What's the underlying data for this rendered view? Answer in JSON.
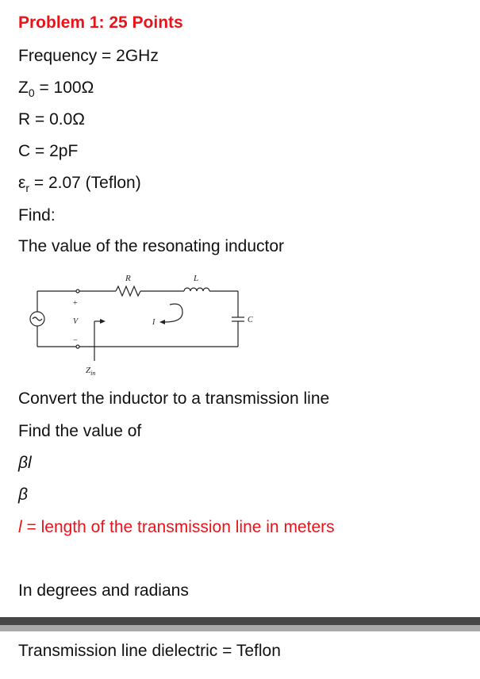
{
  "problem": {
    "title": "Problem 1: 25 Points",
    "frequency": "Frequency = 2GHz",
    "z0_prefix": "Z",
    "z0_sub": "0",
    "z0_suffix": " = 100Ω",
    "r": "R = 0.0Ω",
    "c": "C = 2pF",
    "er_prefix": "ε",
    "er_sub": "r",
    "er_suffix": " = 2.07 (Teflon)",
    "find": "Find:",
    "inductor_text": "The value of the resonating inductor"
  },
  "circuit": {
    "r_label": "R",
    "l_label": "L",
    "v_label": "V",
    "i_label": "I",
    "c_label": "C",
    "plus": "+",
    "minus": "−",
    "zin_main": "Z",
    "zin_sub": "in"
  },
  "part2": {
    "convert": "Convert the inductor to a  transmission line",
    "find_value": "Find the value of",
    "beta_l": "βl",
    "beta": "β",
    "l_prefix": "l",
    "l_suffix": " = length of the transmission line in meters",
    "units": "In degrees and radians"
  },
  "footer": {
    "dielectric": "Transmission line dielectric = Teflon"
  },
  "colors": {
    "accent_red": "#e8141b",
    "divider_dark": "#474747",
    "divider_light": "#a9a9a9"
  }
}
